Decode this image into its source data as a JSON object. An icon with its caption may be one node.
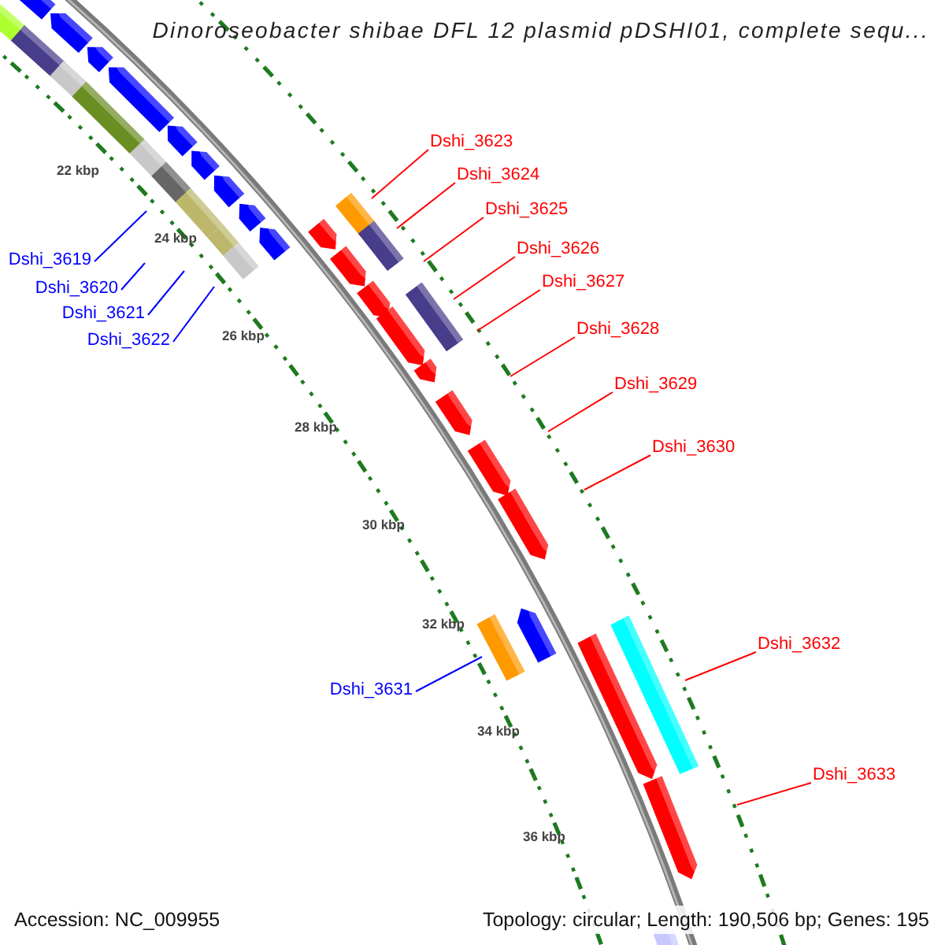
{
  "diagram": {
    "title": "Dinoroseobacter shibae DFL 12 plasmid pDSHI01, complete sequ...",
    "nodes": [
      {
        "text": [
          "Dshi_3619"
        ]
      },
      {
        "text": [
          "Dshi_3620"
        ]
      },
      {
        "text": [
          "Dshi_3621"
        ]
      },
      {
        "text": [
          "Dshi_3622"
        ]
      },
      {
        "text": [
          "Dshi_3623"
        ]
      },
      {
        "text": [
          "Dshi_3624"
        ]
      },
      {
        "text": [
          "Dshi_3625"
        ]
      },
      {
        "text": [
          "Dshi_3626"
        ]
      },
      {
        "text": [
          "Dshi_3627"
        ]
      },
      {
        "text": [
          "Dshi_3628"
        ]
      },
      {
        "text": [
          "Dshi_3629"
        ]
      },
      {
        "text": [
          "Dshi_3630"
        ]
      },
      {
        "text": [
          "Dshi_3631"
        ]
      },
      {
        "text": [
          "Dshi_3632"
        ]
      },
      {
        "text": [
          "Dshi_3633"
        ]
      }
    ],
    "edges": [
      {
        "from": 0,
        "to": null,
        "arrow": "none",
        "color": "#0000ff"
      },
      {
        "from": 1,
        "to": null,
        "arrow": "none",
        "color": "#0000ff"
      },
      {
        "from": 2,
        "to": null,
        "arrow": "none",
        "color": "#0000ff"
      },
      {
        "from": 3,
        "to": null,
        "arrow": "none",
        "color": "#0000ff"
      },
      {
        "from": 4,
        "to": null,
        "arrow": "none"
      },
      {
        "from": 5,
        "to": null,
        "arrow": "none"
      },
      {
        "from": 6,
        "to": null,
        "arrow": "none"
      },
      {
        "from": 7,
        "to": null,
        "arrow": "none"
      },
      {
        "from": 8,
        "to": null,
        "arrow": "none"
      },
      {
        "from": 9,
        "to": null,
        "arrow": "none"
      },
      {
        "from": 10,
        "to": null,
        "arrow": "none"
      },
      {
        "from": 11,
        "to": null,
        "arrow": "none"
      },
      {
        "from": 12,
        "to": null,
        "arrow": "none",
        "color": "#0000ff"
      },
      {
        "from": 13,
        "to": null,
        "arrow": "none"
      },
      {
        "from": 14,
        "to": null,
        "arrow": "none"
      }
    ],
    "labels": [
      "22 kbp",
      "24 kbp",
      "26 kbp",
      "28 kbp",
      "30 kbp",
      "32 kbp",
      "34 kbp",
      "36 kbp",
      "Accession: NC_009955",
      "Topology: circular; Length: 190,506 bp; Genes: 195"
    ]
  }
}
